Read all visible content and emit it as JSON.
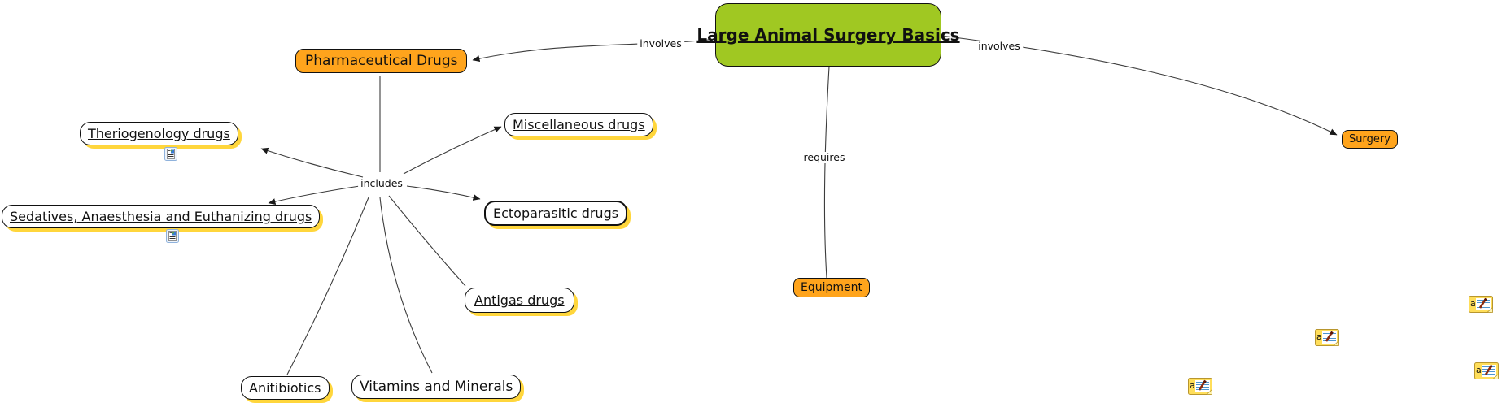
{
  "diagram": {
    "tool": "concept-map",
    "title_node": "Large Animal Surgery Basics"
  },
  "colors": {
    "main_node_fill": "#A0C822",
    "topic_node_fill": "#FFA41C",
    "white_node_shadow": "#FFD63C",
    "line_color": "#3c3c3c"
  },
  "nodes": {
    "main": {
      "label": "Large Animal Surgery Basics"
    },
    "pharmaceutical": {
      "label": "Pharmaceutical Drugs"
    },
    "surgery": {
      "label": "Surgery"
    },
    "equipment": {
      "label": "Equipment"
    },
    "theriogenology": {
      "label": "Theriogenology drugs"
    },
    "sedatives": {
      "label": "Sedatives, Anaesthesia and Euthanizing drugs"
    },
    "miscellaneous": {
      "label": "Miscellaneous drugs"
    },
    "ectoparasitic": {
      "label": "Ectoparasitic drugs"
    },
    "antigas": {
      "label": "Antigas drugs"
    },
    "antibiotics": {
      "label": "Anitibiotics"
    },
    "vitamins": {
      "label": "Vitamins and Minerals"
    }
  },
  "linking_phrases": {
    "involves_left": "involves",
    "involves_right": "involves",
    "requires": "requires",
    "includes": "includes"
  },
  "icons": {
    "resource_icon_name": "resource-link-icon",
    "resource_icon_count": 2,
    "annotation_icon_name": "annotation-note-icon",
    "annotation_icon_count": 4
  }
}
